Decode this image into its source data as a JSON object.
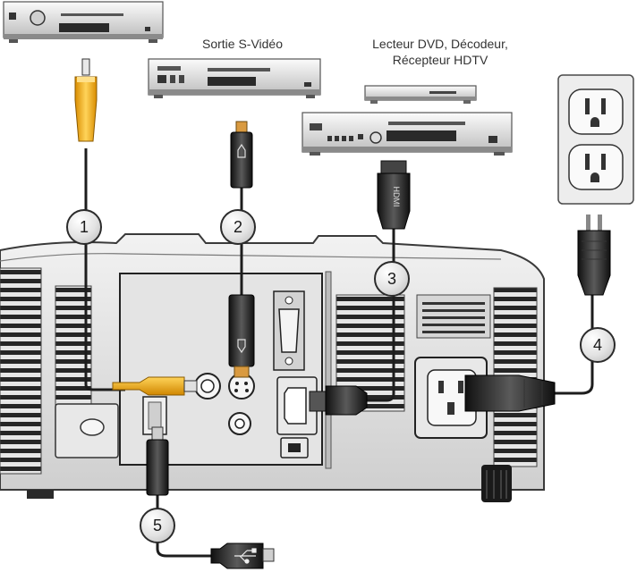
{
  "labels": {
    "svideo_output": "Sortie S-Vidéo",
    "dvd_line1": "Lecteur DVD, Décodeur,",
    "dvd_line2": "Récepteur HDTV"
  },
  "callouts": [
    "1",
    "2",
    "3",
    "4",
    "5"
  ],
  "icons": {
    "top_left_device": "cd-player-icon",
    "svideo_device": "vcr-icon",
    "dvd_device": "dvd-player-icon",
    "settop_box": "set-top-box-icon",
    "power_outlet": "wall-outlet-icon",
    "hdmi_logo": "hdmi-logo",
    "usb": "usb-icon"
  },
  "colors": {
    "rca_yellow": "#f5b41a",
    "device_silver": "#e4e4e4",
    "cable_black": "#1d1d1d",
    "projector_body": "#dedede"
  }
}
